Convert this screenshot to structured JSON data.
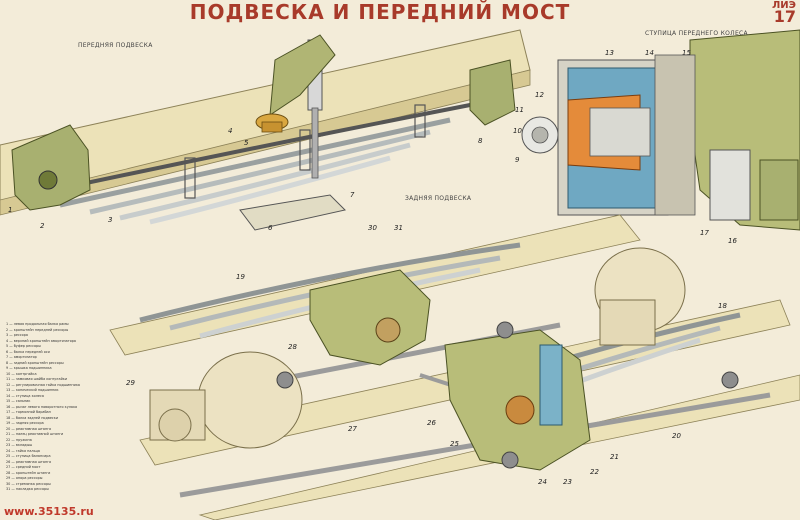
{
  "title": "ПОДВЕСКА И ПЕРЕДНИЙ МОСТ",
  "sheet_code": {
    "prefix": "ЛИЭ",
    "number": "17"
  },
  "labels": {
    "front_suspension": "ПЕРЕДНЯЯ ПОДВЕСКА",
    "front_hub": "СТУПИЦА ПЕРЕДНЕГО КОЛЕСА",
    "rear_suspension": "ЗАДНЯЯ ПОДВЕСКА"
  },
  "callouts": [
    "1",
    "2",
    "3",
    "4",
    "5",
    "6",
    "7",
    "8",
    "9",
    "10",
    "11",
    "12",
    "13",
    "14",
    "15",
    "16",
    "17",
    "18",
    "19",
    "20",
    "21",
    "22",
    "23",
    "24",
    "25",
    "26",
    "27",
    "28",
    "29",
    "30",
    "31"
  ],
  "legend": [
    "1 — левая продольная балка рамы",
    "2 — кронштейн передней рессоры",
    "3 — рессора",
    "4 — верхний кронштейн амортизатора",
    "5 — буфер рессоры",
    "6 — балка передней оси",
    "7 — амортизатор",
    "8 — задний кронштейн рессоры",
    "9 — крышка подшипника",
    "10 — контргайка",
    "11 — замковая шайба контргайки",
    "12 — регулировочная гайка подшипника",
    "13 — конический подшипник",
    "14 — ступица колеса",
    "15 — сальник",
    "16 — рычаг левого поворотного кулака",
    "17 — тормозной барабан",
    "18 — балка задней подвески",
    "19 — задняя рессора",
    "20 — реактивная штанга",
    "21 — палец реактивной штанги",
    "22 — пружина",
    "23 — вкладыш",
    "24 — гайка пальца",
    "25 — ступица балансира",
    "26 — реактивная штанга",
    "27 — средний мост",
    "28 — кронштейн штанги",
    "29 — опора рессоры",
    "30 — стремянка рессоры",
    "31 — накладка рессоры"
  ],
  "watermark": "www.35135.ru"
}
